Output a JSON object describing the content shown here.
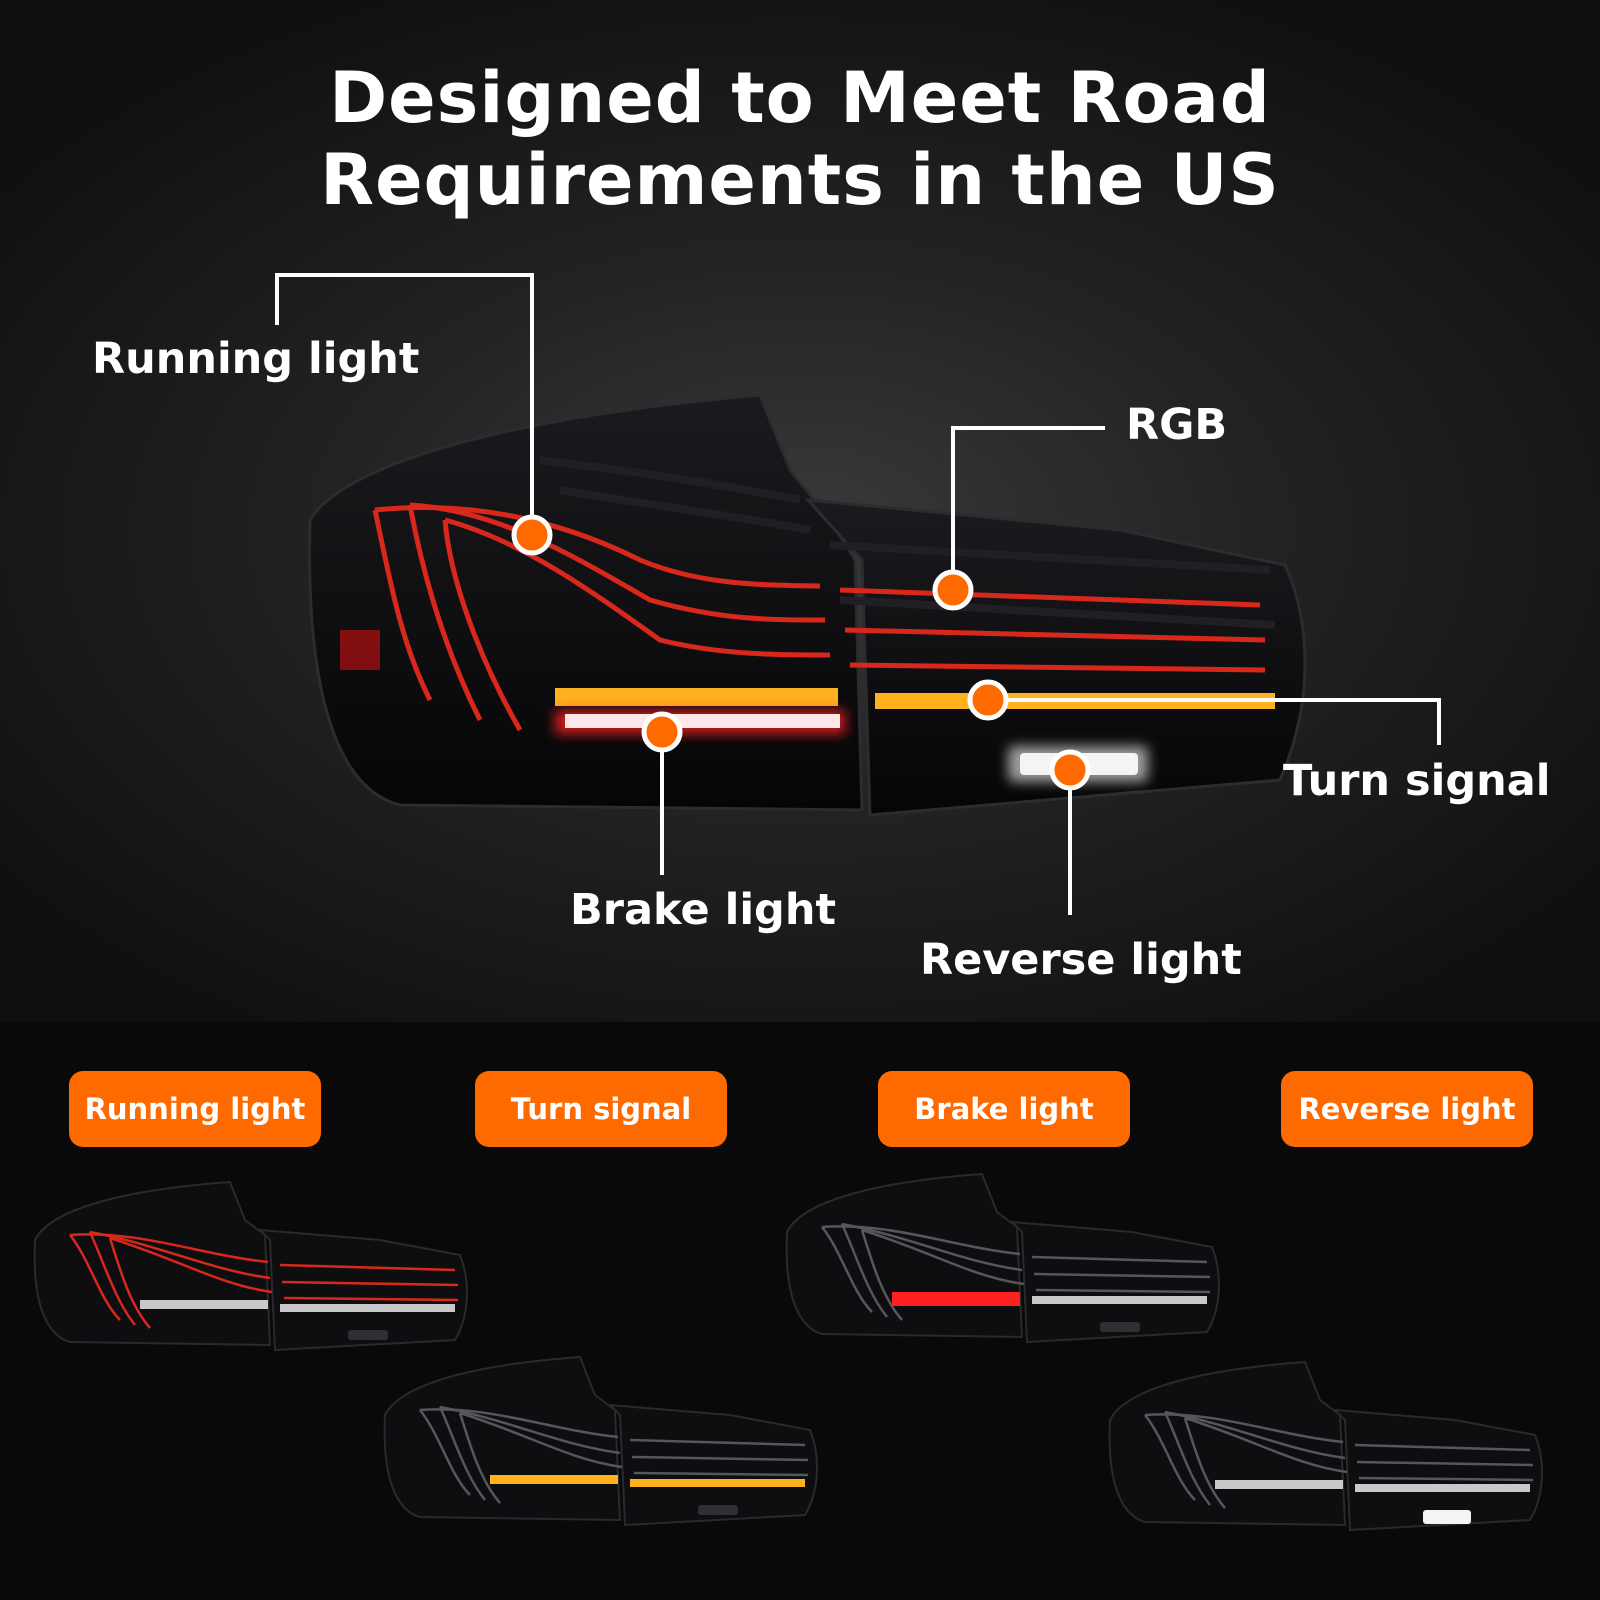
{
  "colors": {
    "accent": "#ff6a00",
    "running": "#d8281c",
    "turn": "#ffb21e",
    "brake": "#ff2020",
    "reverse": "#f4f4f4",
    "housing": "#0e0e10"
  },
  "title": {
    "line1": "Designed to Meet Road",
    "line2": "Requirements in the US"
  },
  "callouts": {
    "running": "Running light",
    "rgb": "RGB",
    "turn": "Turn signal",
    "brake": "Brake light",
    "reverse": "Reverse light"
  },
  "modes": [
    {
      "label": "Running light",
      "active": "running"
    },
    {
      "label": "Turn signal",
      "active": "turn"
    },
    {
      "label": "Brake light",
      "active": "brake"
    },
    {
      "label": "Reverse light",
      "active": "reverse"
    }
  ]
}
